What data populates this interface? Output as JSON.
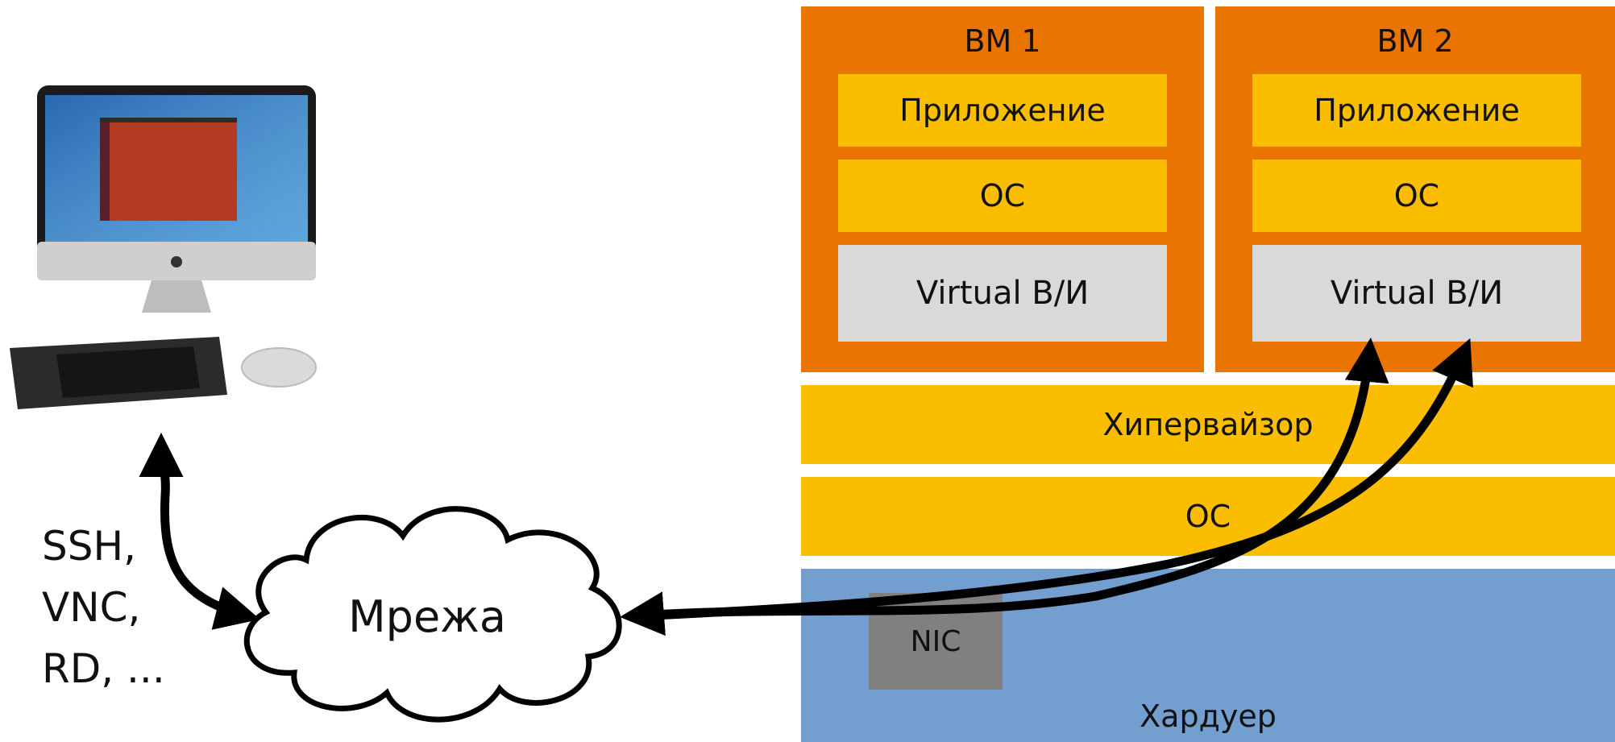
{
  "vm1": {
    "title": "ВМ 1",
    "layers": {
      "app": "Приложение",
      "os": "ОС",
      "vio": "Virtual В/И"
    }
  },
  "vm2": {
    "title": "ВМ 2",
    "layers": {
      "app": "Приложение",
      "os": "ОС",
      "vio": "Virtual В/И"
    }
  },
  "hypervisor": "Хипервайзор",
  "host_os": "ОС",
  "hardware": {
    "label": "Хардуер",
    "nic": "NIC"
  },
  "network": "Мрежа",
  "protocols": [
    "SSH,",
    "VNC,",
    "RD, ..."
  ],
  "colors": {
    "vm": "#e97400",
    "layer": "#fbbd00",
    "virtual_io": "#d9d9d9",
    "hardware": "#729fcf",
    "nic": "#808080"
  }
}
